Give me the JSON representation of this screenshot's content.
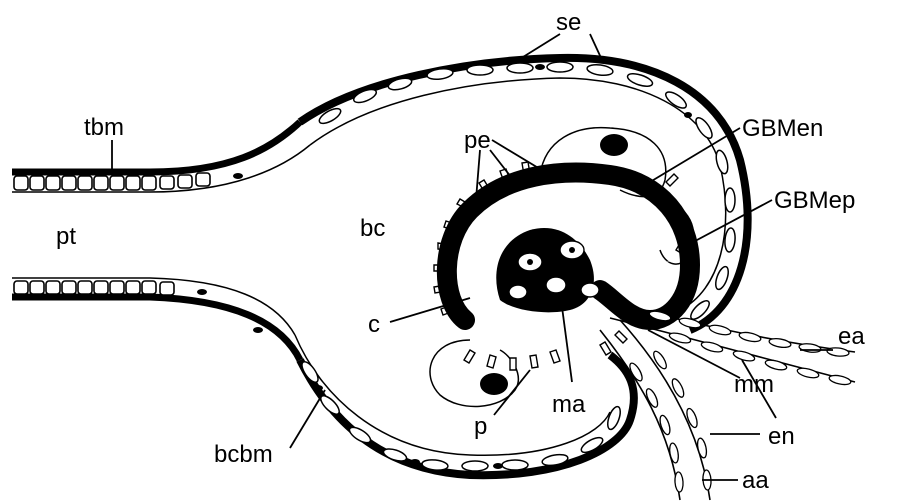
{
  "labels": {
    "se": "se",
    "tbm": "tbm",
    "pe": "pe",
    "gbmen": "GBMen",
    "gbmep": "GBMep",
    "bc": "bc",
    "pt": "pt",
    "c": "c",
    "ea": "ea",
    "mm": "mm",
    "en": "en",
    "ma": "ma",
    "p": "p",
    "bcbm": "bcbm",
    "aa": "aa"
  },
  "colors": {
    "ink": "#000000",
    "paper": "#ffffff"
  }
}
